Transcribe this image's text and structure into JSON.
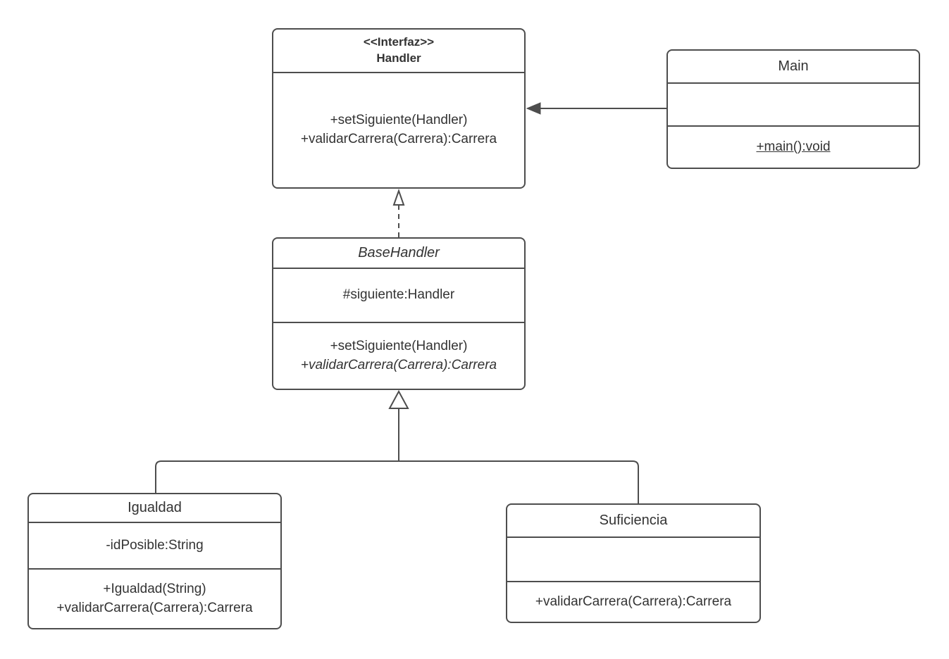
{
  "diagram": {
    "type": "uml-class-diagram",
    "classes": {
      "handler": {
        "stereotype": "<<Interfaz>>",
        "name": "Handler",
        "attributes": [],
        "methods": [
          "+setSiguiente(Handler)",
          "+validarCarrera(Carrera):Carrera"
        ]
      },
      "main": {
        "name": "Main",
        "attributes": [],
        "methods": [
          "+main():void"
        ]
      },
      "basehandler": {
        "name": "BaseHandler",
        "attributes": [
          "#siguiente:Handler"
        ],
        "methods": [
          "+setSiguiente(Handler)",
          "+validarCarrera(Carrera):Carrera"
        ]
      },
      "igualdad": {
        "name": "Igualdad",
        "attributes": [
          "-idPosible:String"
        ],
        "methods": [
          "+Igualdad(String)",
          "+validarCarrera(Carrera):Carrera"
        ]
      },
      "suficiencia": {
        "name": "Suficiencia",
        "attributes": [],
        "methods": [
          "+validarCarrera(Carrera):Carrera"
        ]
      }
    },
    "relationships": {
      "main_to_handler": "association",
      "basehandler_to_handler": "realization",
      "igualdad_to_basehandler": "generalization",
      "suficiencia_to_basehandler": "generalization"
    },
    "colors": {
      "stroke": "#4d4d4d",
      "text": "#333333",
      "background": "#ffffff"
    }
  }
}
